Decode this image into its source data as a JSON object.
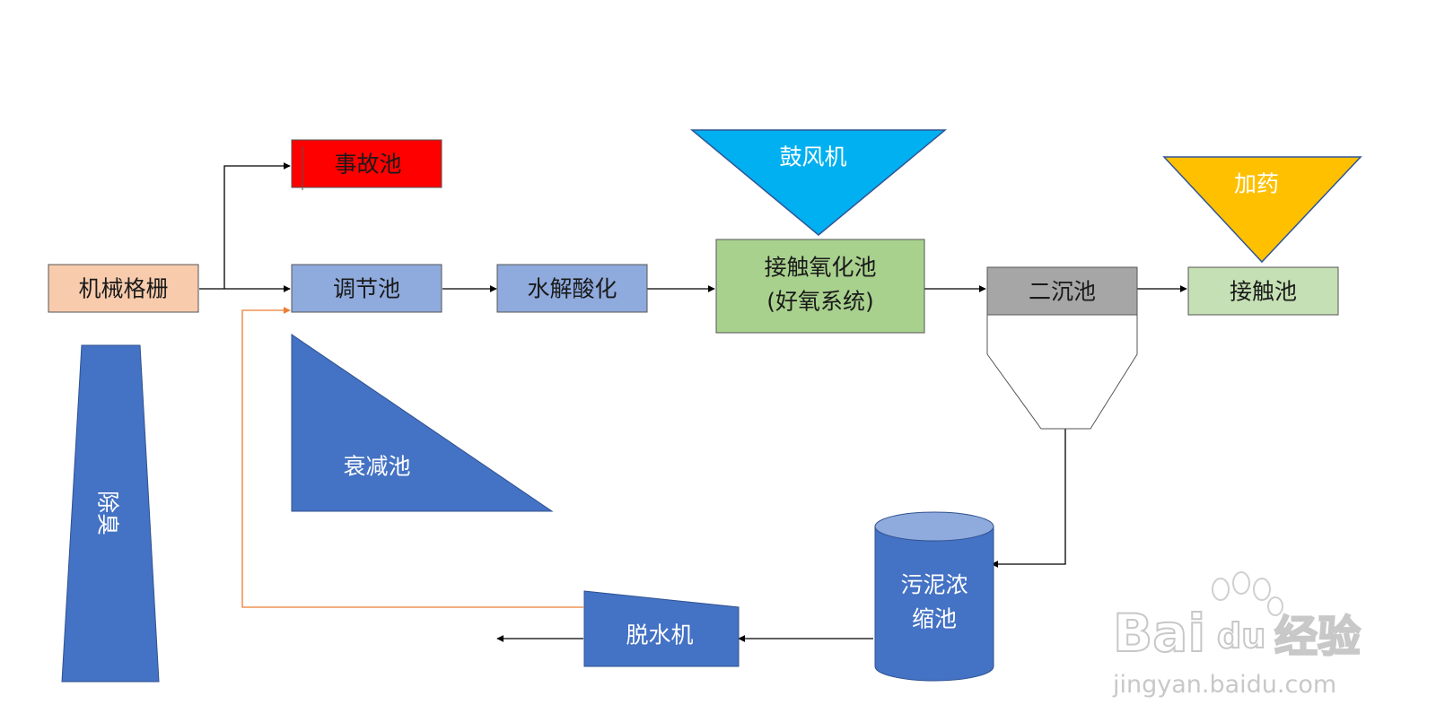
{
  "nodes": {
    "mechanical_grille": "机械格栅",
    "accident_pool": "事故池",
    "regulating_pool": "调节池",
    "hydrolysis_acidification": "水解酸化",
    "contact_oxidation_line1": "接触氧化池",
    "contact_oxidation_line2": "(好氧系统)",
    "blower": "鼓风机",
    "secondary_sedimentation": "二沉池",
    "dosing": "加药",
    "contact_pool": "接触池",
    "attenuation_pool": "衰减池",
    "deodorization": "除臭",
    "sludge_thickening_line1": "污泥浓",
    "sludge_thickening_line2": "缩池",
    "dewatering_machine": "脱水机"
  },
  "watermark": {
    "brand_bai": "Bai",
    "brand_du": "du",
    "brand_cn": "经验",
    "url": "jingyan.baidu.com"
  },
  "colors": {
    "grille": "#f8cbad",
    "accident": "#ff0000",
    "light_blue": "#8faadc",
    "green": "#a9d18e",
    "light_green": "#c5e0b4",
    "gray": "#a6a6a6",
    "blower": "#00b0f0",
    "dosing": "#ffc000",
    "dark_blue": "#4472c4",
    "return_line": "#ed7d31"
  }
}
